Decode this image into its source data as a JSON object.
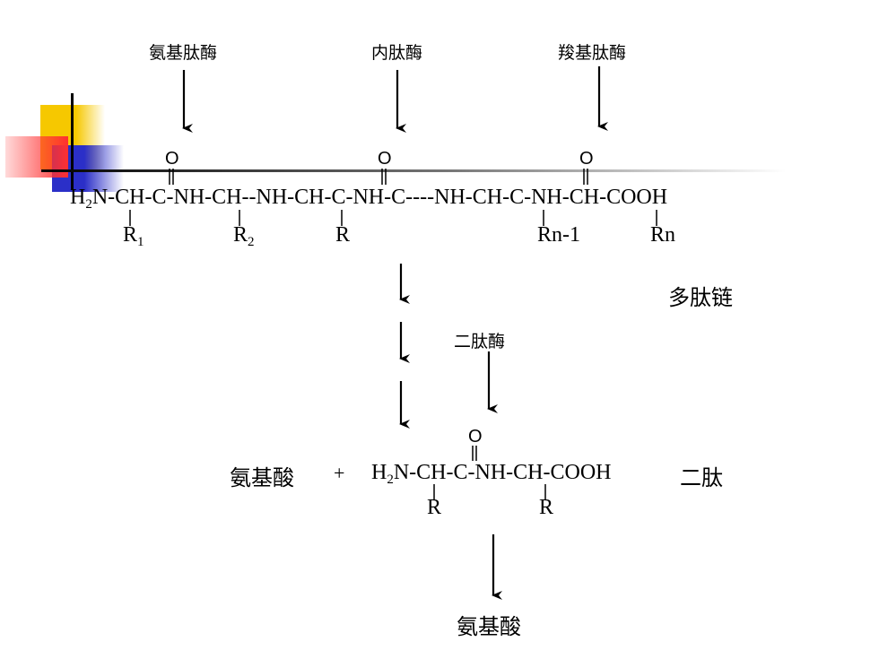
{
  "enzymes": {
    "aminopeptidase": "氨基肽酶",
    "endopeptidase": "内肽酶",
    "carboxypeptidase": "羧基肽酶",
    "dipeptidase": "二肽酶"
  },
  "polypeptide": {
    "n_terminus": "H",
    "n_sub": "2",
    "segment1": "N-CH-C-NH-CH--",
    "segment2": "NH-CH-C-NH-C----",
    "segment3": "NH-CH-C-NH-CH-COOH",
    "carbonyl_o": "O",
    "r1_letter": "R",
    "r1_sub": "1",
    "r2_letter": "R",
    "r2_sub": "2",
    "r_middle": "R",
    "r_n_minus_1": "Rn-1",
    "r_n": "Rn",
    "label": "多肽链"
  },
  "products": {
    "amino_acid": "氨基酸",
    "plus": "+",
    "dipeptide_n": "H",
    "dipeptide_sub": "2",
    "dipeptide_rest": "N-CH-C-NH-CH-COOH",
    "dipeptide_o": "O",
    "dipeptide_r1": "R",
    "dipeptide_r2": "R",
    "dipeptide_label": "二肽",
    "final_amino_acid": "氨基酸"
  }
}
